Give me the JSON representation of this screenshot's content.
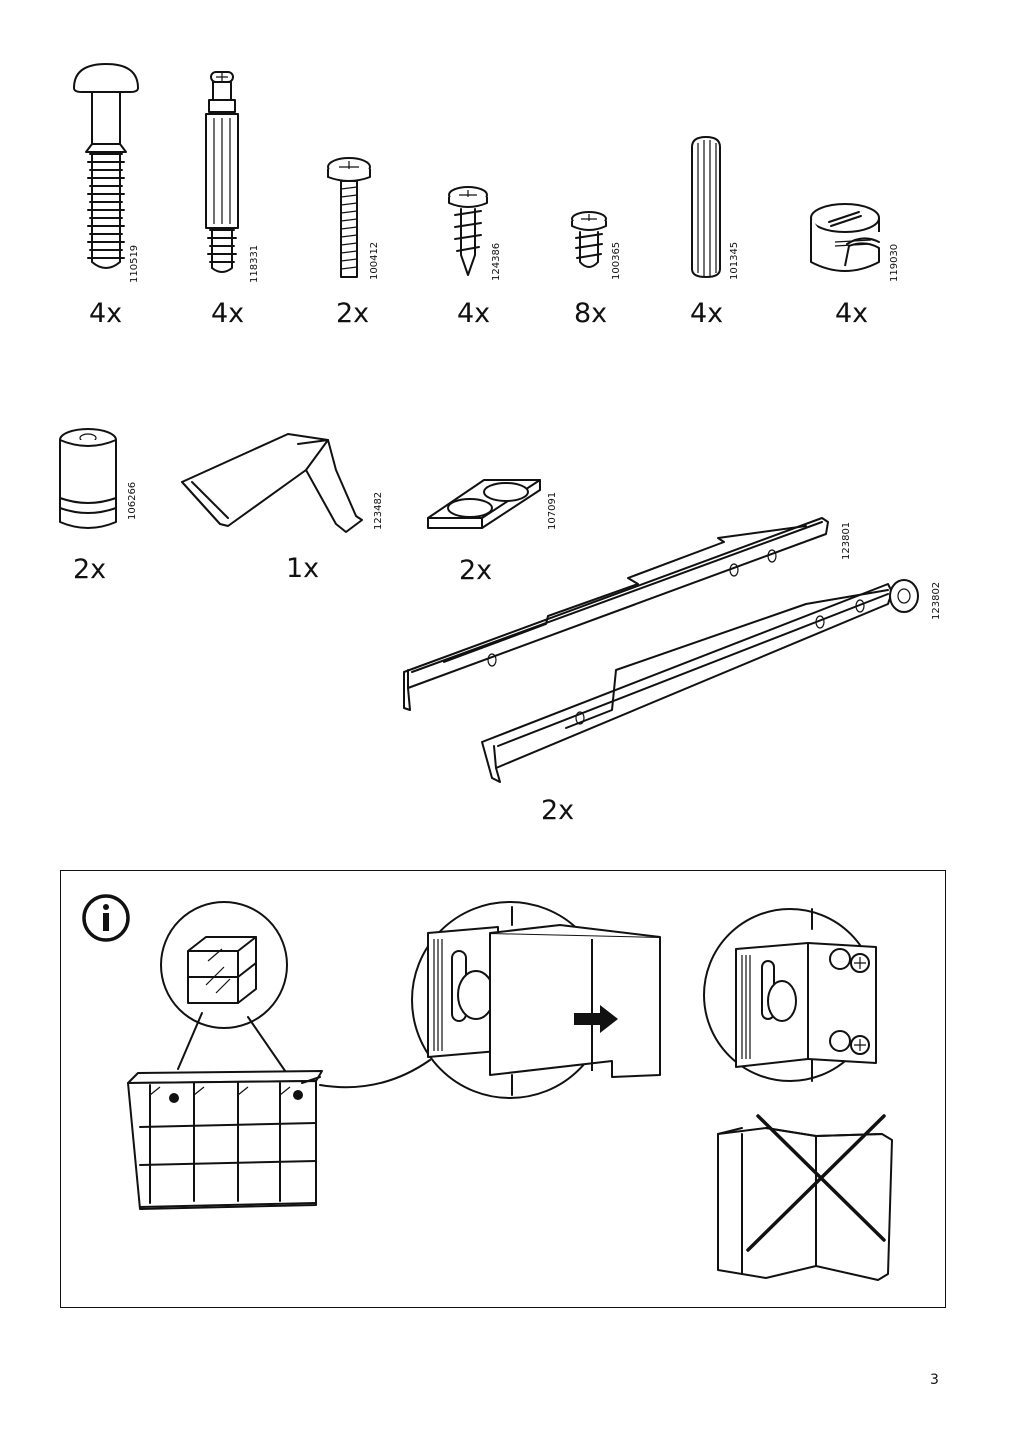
{
  "parts": [
    {
      "icon": "dowel-screw-icon",
      "code": "110519",
      "qty": "4x"
    },
    {
      "icon": "cam-bolt-icon",
      "code": "118331",
      "qty": "4x"
    },
    {
      "icon": "machine-screw-icon",
      "code": "100412",
      "qty": "2x"
    },
    {
      "icon": "wood-screw-icon",
      "code": "124386",
      "qty": "4x"
    },
    {
      "icon": "short-screw-icon",
      "code": "100365",
      "qty": "8x"
    },
    {
      "icon": "wooden-dowel-icon",
      "code": "101345",
      "qty": "4x"
    },
    {
      "icon": "cam-lock-icon",
      "code": "119030",
      "qty": "4x"
    },
    {
      "icon": "threaded-foot-icon",
      "code": "106266",
      "qty": "2x"
    },
    {
      "icon": "wall-bracket-icon",
      "code": "123482",
      "qty": "1x"
    },
    {
      "icon": "felt-pad-icon",
      "code": "107091",
      "qty": "2x"
    },
    {
      "icon": "drawer-rail-icon",
      "code": "123801",
      "qty": "2x"
    },
    {
      "icon": "drawer-runner-icon",
      "code": "123802",
      "qty": ""
    }
  ],
  "info": {
    "icon": "info-icon"
  },
  "page_number": "3"
}
